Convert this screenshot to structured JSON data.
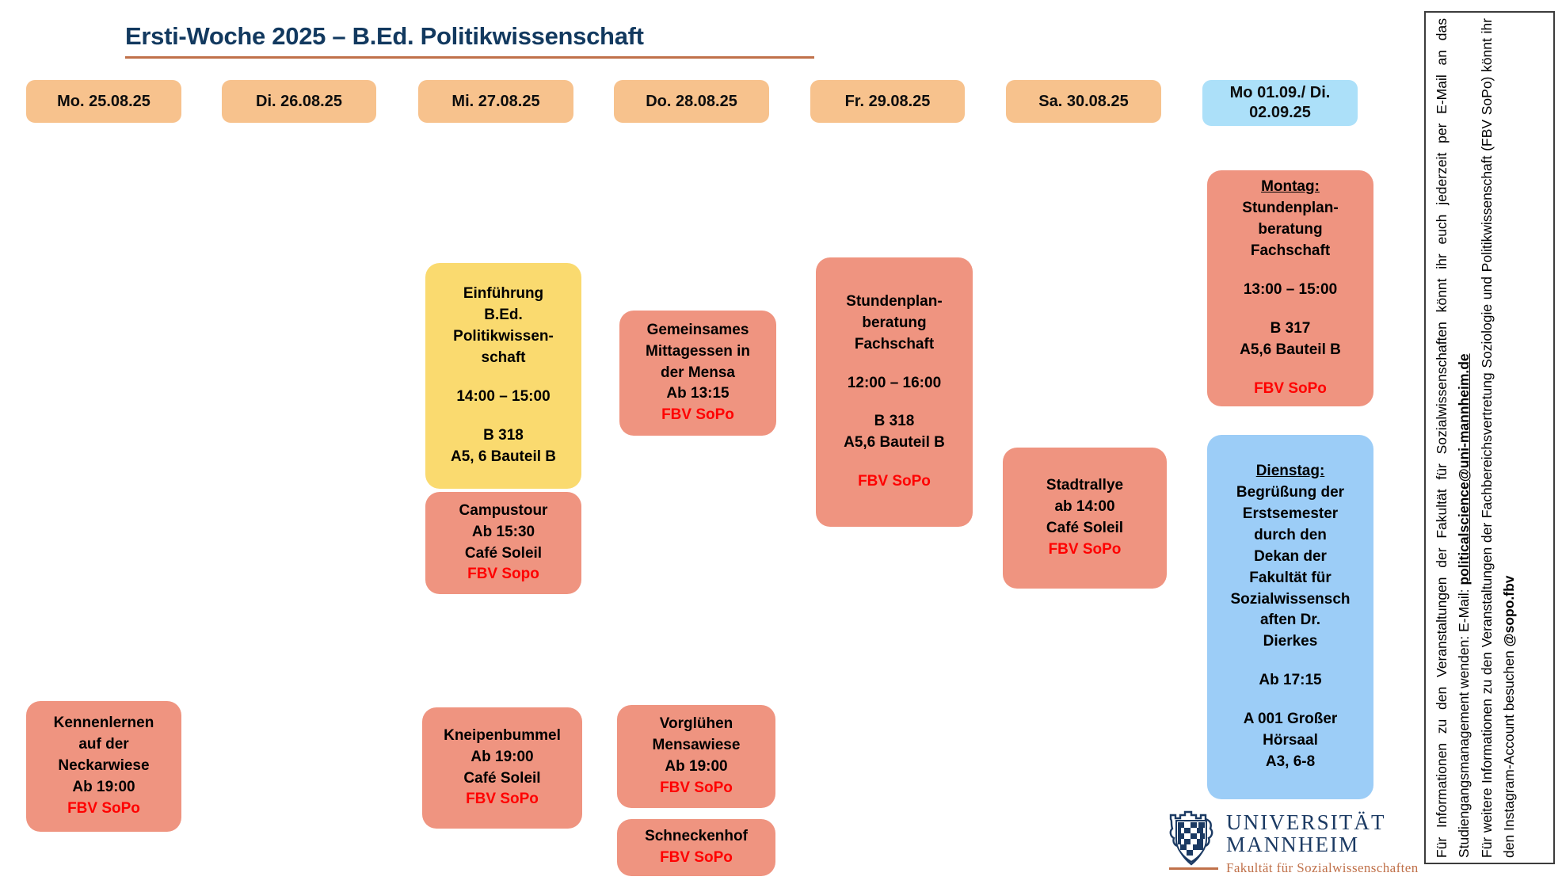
{
  "title": "Ersti-Woche 2025 – B.Ed. Politikwissenschaft",
  "days": [
    {
      "label": "Mo. 25.08.25"
    },
    {
      "label": "Di. 26.08.25"
    },
    {
      "label": "Mi. 27.08.25"
    },
    {
      "label": "Do. 28.08.25"
    },
    {
      "label": "Fr. 29.08.25"
    },
    {
      "label": "Sa. 30.08.25"
    },
    {
      "label": "Mo 01.09./ Di. 02.09.25"
    }
  ],
  "cards": {
    "einfuehrung": {
      "l1": "Einführung",
      "l2": "B.Ed.",
      "l3": "Politikwissen-",
      "l4": "schaft",
      "l5": "14:00 – 15:00",
      "l6": "B 318",
      "l7": "A5, 6 Bauteil B"
    },
    "campustour": {
      "l1": "Campustour",
      "l2": "Ab 15:30",
      "l3": "Café Soleil",
      "l4": "FBV Sopo"
    },
    "mittagessen": {
      "l1": "Gemeinsames",
      "l2": "Mittagessen in",
      "l3": "der Mensa",
      "l4": "Ab 13:15",
      "l5": "FBV SoPo"
    },
    "stundenplan_fr": {
      "l1": "Stundenplan-",
      "l2": "beratung",
      "l3": "Fachschaft",
      "l4": "12:00 – 16:00",
      "l5": "B 318",
      "l6": "A5,6 Bauteil B",
      "l7": "FBV SoPo"
    },
    "stadtrallye": {
      "l1": "Stadtrallye",
      "l2": "ab 14:00",
      "l3": "Café Soleil",
      "l4": "FBV SoPo"
    },
    "montag": {
      "l1": "Montag:",
      "l2": "Stundenplan-",
      "l3": "beratung",
      "l4": "Fachschaft",
      "l5": "13:00 – 15:00",
      "l6": "B 317",
      "l7": "A5,6 Bauteil B",
      "l8": "FBV SoPo"
    },
    "dienstag": {
      "l1": "Dienstag:",
      "l2": "Begrüßung der",
      "l3": "Erstsemester",
      "l4": "durch den",
      "l5": "Dekan der",
      "l6": "Fakultät für",
      "l7": "Sozialwissensch",
      "l8": "aften Dr.",
      "l9": "Dierkes",
      "l10": "Ab 17:15",
      "l11": "A 001 Großer",
      "l12": "Hörsaal",
      "l13": "A3, 6-8"
    },
    "kennenlernen": {
      "l1": "Kennenlernen",
      "l2": "auf der",
      "l3": "Neckarwiese",
      "l4": "Ab 19:00",
      "l5": "FBV SoPo"
    },
    "kneipenbummel": {
      "l1": "Kneipenbummel",
      "l2": "Ab 19:00",
      "l3": "Café Soleil",
      "l4": "FBV SoPo"
    },
    "vorgluehen": {
      "l1": "Vorglühen",
      "l2": "Mensawiese",
      "l3": "Ab 19:00",
      "l4": "FBV SoPo"
    },
    "schneckenhof": {
      "l1": "Schneckenhof",
      "l2": "FBV SoPo"
    }
  },
  "info_box": {
    "p1_pre": "Für Informationen zu den Veranstaltungen der Fakultät für Sozialwissenschaften könnt ihr euch jederzeit per E-Mail an das Studiengangsmanagement wenden: E-Mail: ",
    "p1_mail": "politicalscience@uni-mannheim.de",
    "p2_pre": "Für weitere Informationen zu den Veranstaltungen der Fachbereichsvertretung Soziologie und Politikwissenschaft (FBV SoPo) könnt ihr den Instagram-Account besuchen ",
    "p2_handle": "@sopo.fbv"
  },
  "logo": {
    "line1": "UNIVERSITÄT",
    "line2": "MANNHEIM",
    "subtitle": "Fakultät für Sozialwissenschaften"
  },
  "colors": {
    "title": "#12395f",
    "rule": "#c0714a",
    "day_chip": "#f7c28d",
    "day_chip_last": "#ace0f9",
    "card_salmon": "#ef9480",
    "card_yellow": "#fada6f",
    "card_blue": "#9ccdf7",
    "accent_red": "#ff0000"
  }
}
